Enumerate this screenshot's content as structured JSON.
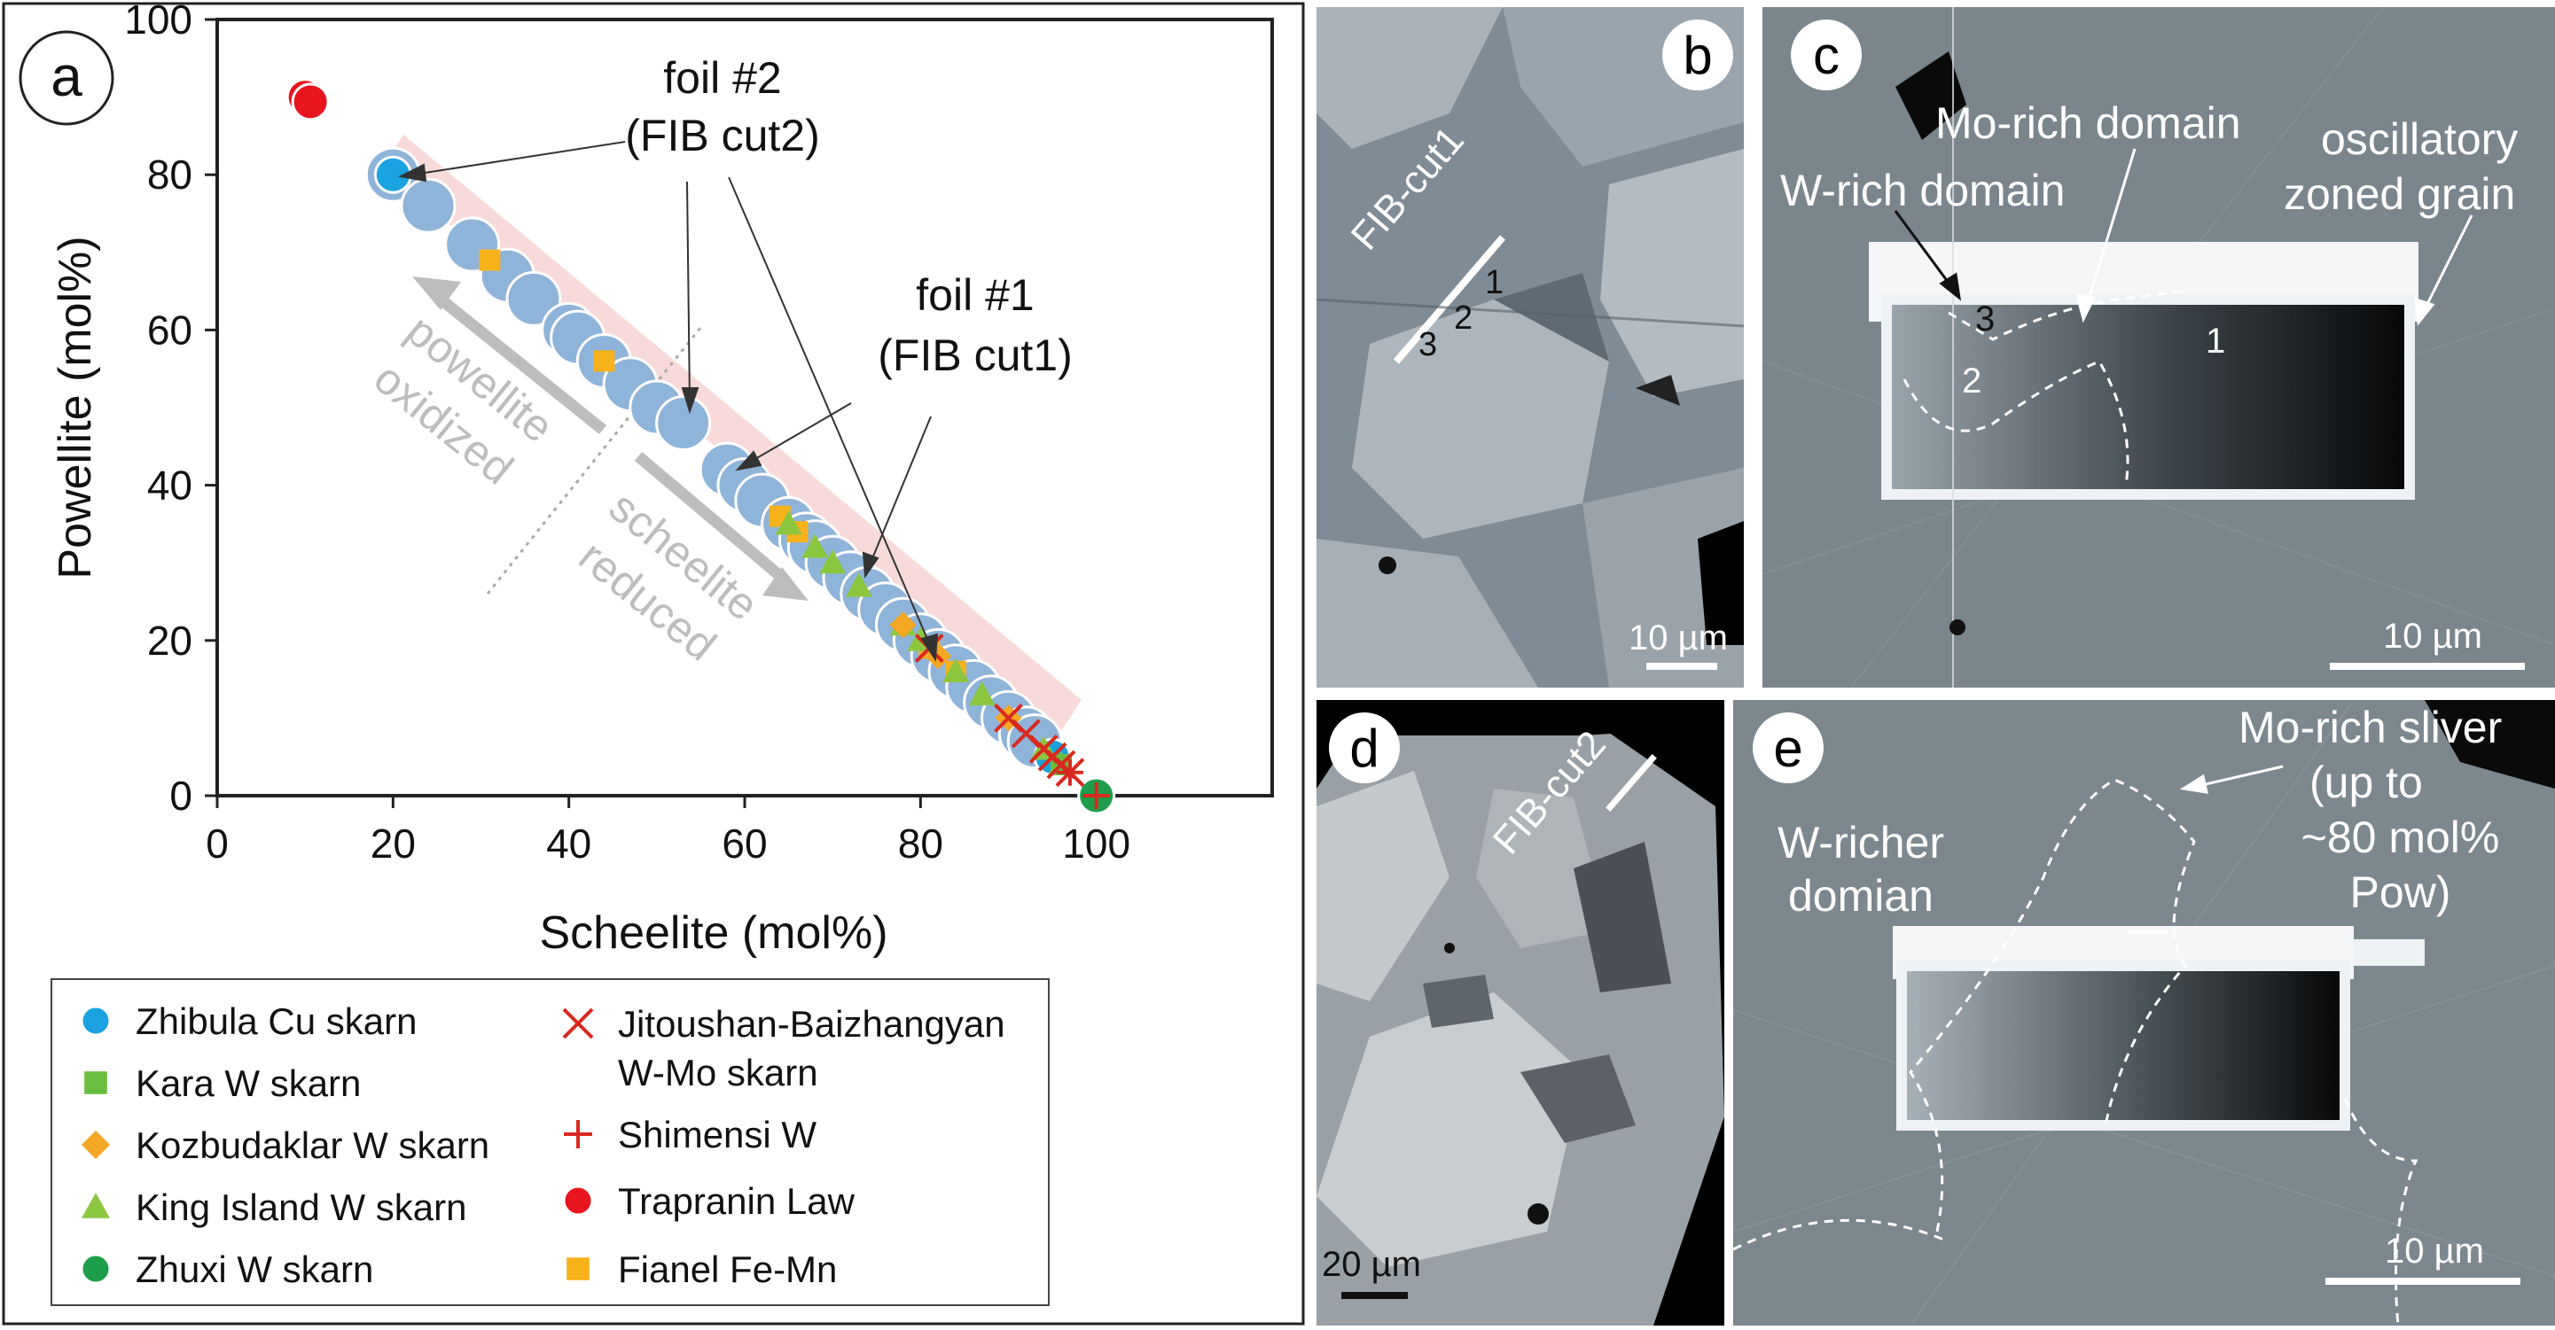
{
  "panel_a": {
    "letter": "a",
    "annotations": {
      "foil2_line1": "foil #2",
      "foil2_line2": "(FIB cut2)",
      "foil1_line1": "foil #1",
      "foil1_line2": "(FIB cut1)",
      "powellite_line1": "powellite",
      "powellite_line2": "oxidized",
      "scheelite_line1": "scheelite",
      "scheelite_line2": "reduced"
    },
    "legend": [
      {
        "label": "Zhibula Cu skarn",
        "marker": "circle",
        "color": "#1aa3e0"
      },
      {
        "label": "Kara W skarn",
        "marker": "square",
        "color": "#6abf3f"
      },
      {
        "label": "Kozbudaklar W skarn",
        "marker": "diamond",
        "color": "#f5a623"
      },
      {
        "label": "King Island W skarn",
        "marker": "triangle",
        "color": "#8cc63f"
      },
      {
        "label": "Zhuxi W skarn",
        "marker": "circle",
        "color": "#1e9e4a"
      },
      {
        "label": "Jitoushan-Baizhangyan",
        "label2": "W-Mo skarn",
        "marker": "x",
        "color": "#d9281e"
      },
      {
        "label": "Shimensi W",
        "marker": "plus",
        "color": "#d9281e"
      },
      {
        "label": "Trapranin Law",
        "marker": "circle",
        "color": "#e8141e"
      },
      {
        "label": "Fianel Fe-Mn",
        "marker": "square",
        "color": "#f7b21b"
      }
    ]
  },
  "chart_data": {
    "type": "scatter",
    "xlabel": "Scheelite  (mol%)",
    "ylabel": "Powellite (mol%)",
    "xlim": [
      0,
      120
    ],
    "ylim": [
      0,
      100
    ],
    "xticks": [
      0,
      20,
      40,
      60,
      80,
      100
    ],
    "yticks": [
      0,
      20,
      40,
      60,
      80,
      100
    ],
    "series": [
      {
        "name": "Zhibula Cu skarn",
        "marker": "circle",
        "color": "#1aa3e0",
        "points": [
          [
            20,
            80
          ],
          [
            95,
            5
          ]
        ]
      },
      {
        "name": "Kara W skarn",
        "marker": "square",
        "color": "#6abf3f",
        "points": [
          [
            96,
            4
          ]
        ]
      },
      {
        "name": "Kozbudaklar W skarn",
        "marker": "diamond",
        "color": "#f5a623",
        "points": [
          [
            78,
            22
          ],
          [
            82,
            18
          ],
          [
            90,
            10
          ]
        ]
      },
      {
        "name": "King Island W skarn",
        "marker": "triangle",
        "color": "#8cc63f",
        "points": [
          [
            65,
            35
          ],
          [
            68,
            32
          ],
          [
            70,
            30
          ],
          [
            73,
            27
          ],
          [
            78,
            22
          ],
          [
            80,
            20
          ],
          [
            84,
            16
          ],
          [
            87,
            13
          ],
          [
            94,
            6
          ],
          [
            96,
            4
          ]
        ]
      },
      {
        "name": "Zhuxi W skarn",
        "marker": "circle",
        "color": "#1e9e4a",
        "points": [
          [
            100,
            0
          ]
        ]
      },
      {
        "name": "Jitoushan-Baizhangyan W-Mo skarn",
        "marker": "x",
        "color": "#d9281e",
        "points": [
          [
            81,
            19
          ],
          [
            90,
            10
          ],
          [
            92,
            8
          ],
          [
            94,
            6
          ],
          [
            95,
            5
          ],
          [
            96,
            4
          ],
          [
            97,
            3
          ]
        ]
      },
      {
        "name": "Shimensi W",
        "marker": "plus",
        "color": "#d9281e",
        "points": [
          [
            100,
            0
          ],
          [
            97,
            3
          ]
        ]
      },
      {
        "name": "Trapranin Law",
        "marker": "circle",
        "color": "#e8141e",
        "points": [
          [
            10,
            90
          ],
          [
            10.6,
            89.4
          ]
        ]
      },
      {
        "name": "Fianel Fe-Mn",
        "marker": "square",
        "color": "#f7b21b",
        "points": [
          [
            31,
            69
          ],
          [
            44,
            56
          ],
          [
            64,
            36
          ],
          [
            66,
            34
          ],
          [
            81,
            19
          ],
          [
            84,
            16
          ]
        ]
      },
      {
        "name": "",
        "marker": "circle",
        "color": "#8fb4d9",
        "points": [
          [
            20,
            80
          ],
          [
            24,
            76
          ],
          [
            29,
            71
          ],
          [
            33,
            67
          ],
          [
            36,
            64
          ],
          [
            40,
            60
          ],
          [
            41,
            59
          ],
          [
            44,
            56
          ],
          [
            47,
            53
          ],
          [
            50,
            50
          ],
          [
            53,
            48
          ],
          [
            58,
            42
          ],
          [
            60,
            40
          ],
          [
            62,
            38
          ],
          [
            65,
            35
          ],
          [
            67,
            33
          ],
          [
            68,
            32
          ],
          [
            70,
            30
          ],
          [
            72,
            28
          ],
          [
            74,
            26
          ],
          [
            76,
            24
          ],
          [
            78,
            22
          ],
          [
            80,
            20
          ],
          [
            82,
            18
          ],
          [
            84,
            16
          ],
          [
            86,
            14
          ],
          [
            88,
            12
          ],
          [
            90,
            10
          ],
          [
            92,
            8
          ],
          [
            93,
            7
          ]
        ]
      }
    ]
  },
  "panel_b": {
    "letter": "b",
    "fib_label": "FIB-cut1",
    "num1": "1",
    "num2": "2",
    "num3": "3",
    "scale": "10 µm"
  },
  "panel_c": {
    "letter": "c",
    "mo_rich": "Mo-rich domain",
    "w_rich": "W-rich domain",
    "osc1": "oscillatory",
    "osc2": "zoned grain",
    "num1": "1",
    "num2": "2",
    "num3": "3",
    "scale": "10 µm"
  },
  "panel_d": {
    "letter": "d",
    "fib_label": "FIB-cut2",
    "scale": "20 µm"
  },
  "panel_e": {
    "letter": "e",
    "sliver1": "Mo-rich sliver",
    "sliver2": "(up to",
    "sliver3": "~80 mol% Pow)",
    "wricher1": "W-richer",
    "wricher2": "domian",
    "scale": "10 µm"
  }
}
